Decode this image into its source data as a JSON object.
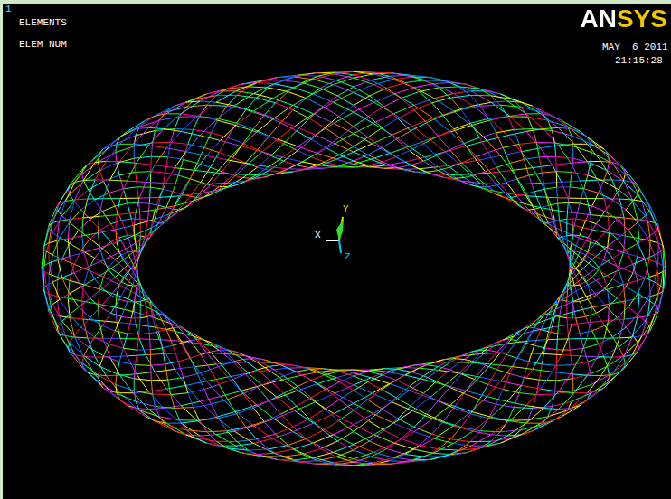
{
  "diagram": {
    "labels": [
      "1",
      "ELEMENTS",
      "ELEM NUM",
      "ANSYS",
      "MAY  6 2011",
      "21:15:28",
      "X",
      "Y",
      "Z"
    ]
  }
}
